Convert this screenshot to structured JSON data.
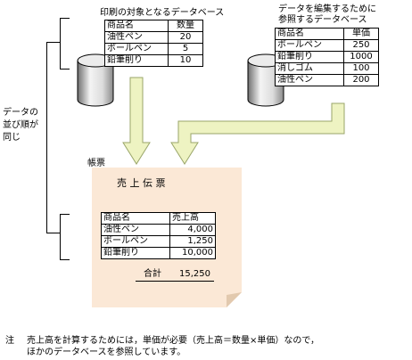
{
  "print_db": {
    "caption": "印刷の対象となるデータベース",
    "headers": [
      "商品名",
      "数量"
    ],
    "rows": [
      {
        "name": "油性ペン",
        "qty": "20"
      },
      {
        "name": "ボールペン",
        "qty": "5"
      },
      {
        "name": "鉛筆削り",
        "qty": "10"
      }
    ]
  },
  "ref_db": {
    "caption_line1": "データを編集するために",
    "caption_line2": "参照するデータベース",
    "headers": [
      "商品名",
      "単価"
    ],
    "rows": [
      {
        "name": "ボールペン",
        "price": "250"
      },
      {
        "name": "鉛筆削り",
        "price": "1000"
      },
      {
        "name": "消しゴム",
        "price": "100"
      },
      {
        "name": "油性ペン",
        "price": "200"
      }
    ]
  },
  "side_label": "データの並び順が同じ",
  "form": {
    "label": "帳票",
    "title": "売 上 伝 票",
    "headers": [
      "商品名",
      "売上高"
    ],
    "rows": [
      {
        "name": "油性ペン",
        "sales": "4,000"
      },
      {
        "name": "ボールペン",
        "sales": "1,250"
      },
      {
        "name": "鉛筆削り",
        "sales": "10,000"
      }
    ],
    "total_label": "合計",
    "total_value": "15,250"
  },
  "note": {
    "mark": "注",
    "line1": "売上高を計算するためには，単価が必要（売上高＝数量×単価）なので，",
    "line2": "ほかのデータベースを参照しています。"
  },
  "colors": {
    "paper": "#fbe8d6",
    "arrow": "#eef3c2",
    "arrow_stroke": "#9aa66a",
    "cylinder_light": "#f2f2f2",
    "cylinder_dark": "#7a7a7a"
  }
}
